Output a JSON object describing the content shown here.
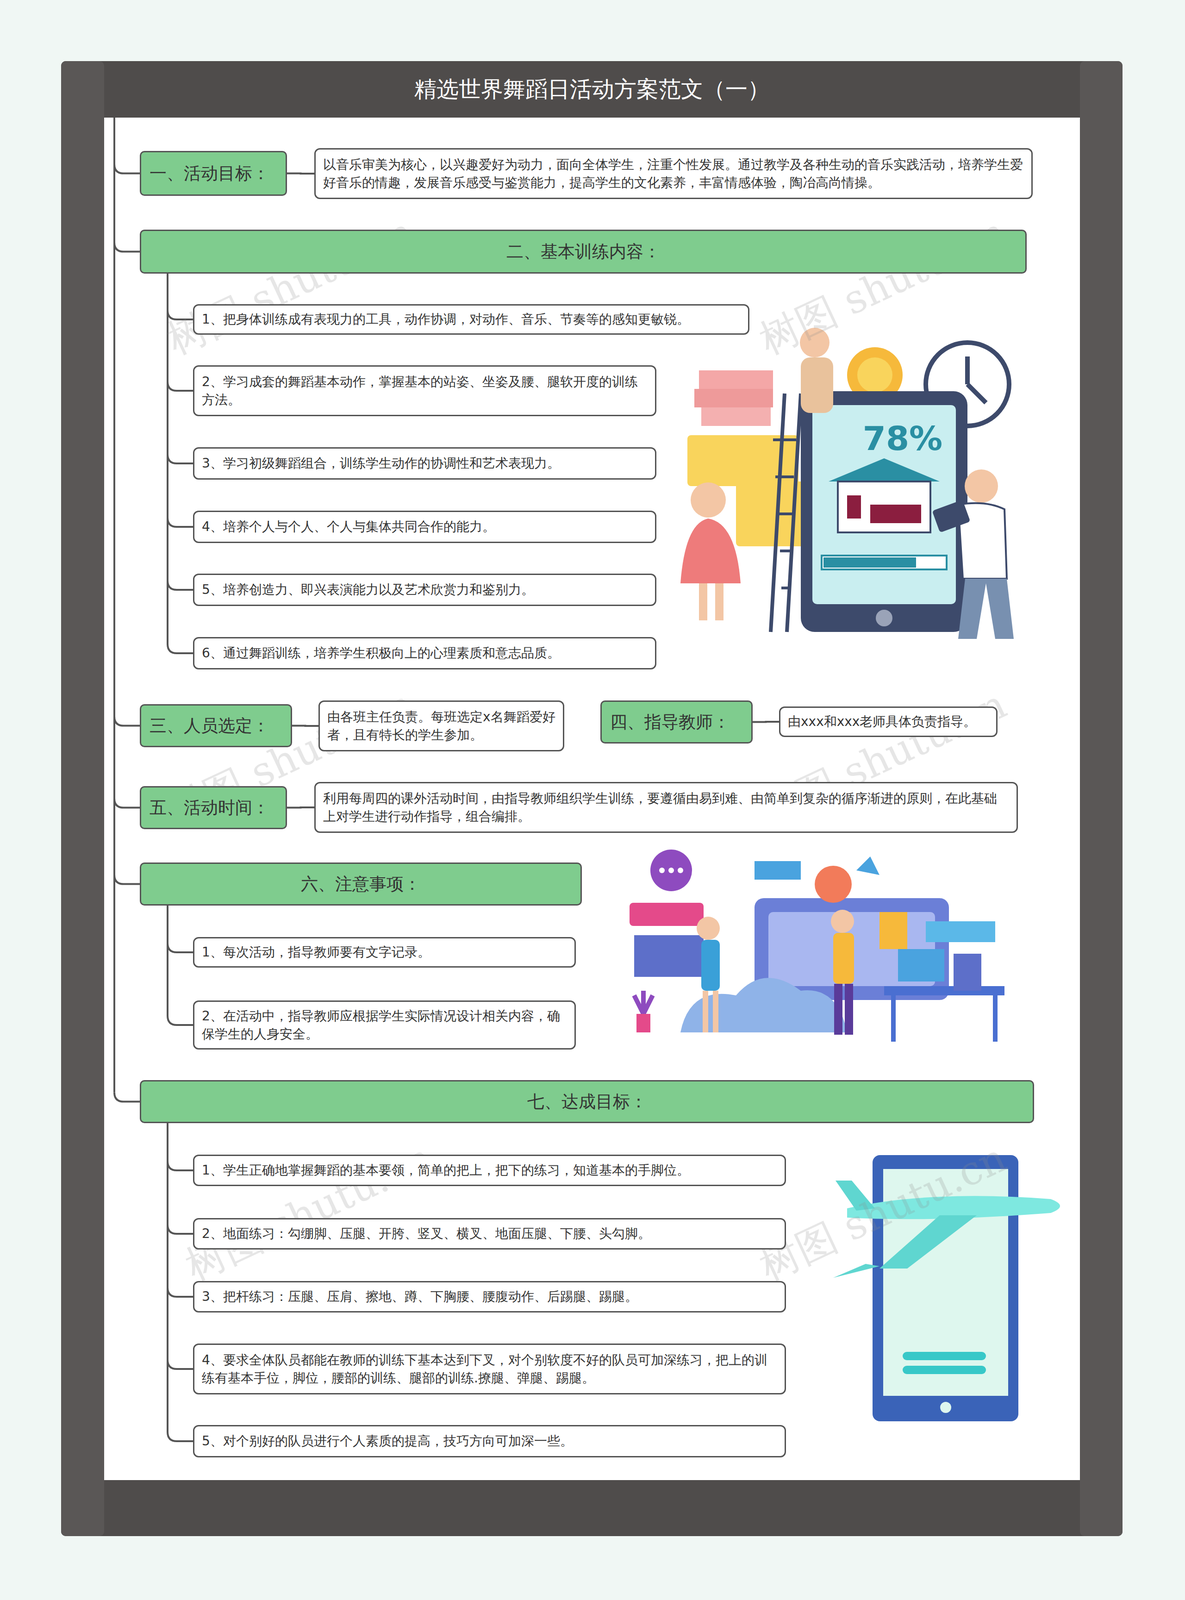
{
  "diagram": {
    "title": "精选世界舞蹈日活动方案范文（一）",
    "nodes": [
      {
        "text": [
          "一、活动目标："
        ]
      },
      {
        "text": [
          "以音乐审美为核心，以兴趣爱好为动力，面向全体学生，注重个性发展。通过教学及各种生动的音乐实践活动，培养学生爱好音乐的情趣，发展音乐感受与鉴赏能力，提高学生的文化素养，丰富情感体验，陶冶高尚情操。"
        ]
      },
      {
        "text": [
          "二、基本训练内容："
        ]
      },
      {
        "text": [
          "1、把身体训练成有表现力的工具，动作协调，对动作、音乐、节奏等的感知更敏锐。"
        ]
      },
      {
        "text": [
          "2、学习成套的舞蹈基本动作，掌握基本的站姿、坐姿及腰、腿软开度的训练方法。"
        ]
      },
      {
        "text": [
          "3、学习初级舞蹈组合，训练学生动作的协调性和艺术表现力。"
        ]
      },
      {
        "text": [
          "4、培养个人与个人、个人与集体共同合作的能力。"
        ]
      },
      {
        "text": [
          "5、培养创造力、即兴表演能力以及艺术欣赏力和鉴别力。"
        ]
      },
      {
        "text": [
          "6、通过舞蹈训练，培养学生积极向上的心理素质和意志品质。"
        ]
      },
      {
        "text": [
          "三、人员选定："
        ]
      },
      {
        "text": [
          "由各班主任负责。每班选定x名舞蹈爱好者，且有特长的学生参加。"
        ]
      },
      {
        "text": [
          "四、指导教师："
        ]
      },
      {
        "text": [
          "由xxx和xxx老师具体负责指导。"
        ]
      },
      {
        "text": [
          "五、活动时间："
        ]
      },
      {
        "text": [
          "利用每周四的课外活动时间，由指导教师组织学生训练，要遵循由易到难、由简单到复杂的循序渐进的原则，在此基础上对学生进行动作指导，组合编排。"
        ]
      },
      {
        "text": [
          "六、注意事项："
        ]
      },
      {
        "text": [
          "1、每次活动，指导教师要有文字记录。"
        ]
      },
      {
        "text": [
          "2、在活动中，指导教师应根据学生实际情况设计相关内容，确保学生的人身安全。"
        ]
      },
      {
        "text": [
          "七、达成目标："
        ]
      },
      {
        "text": [
          "1、学生正确地掌握舞蹈的基本要领，简单的把上，把下的练习，知道基本的手脚位。"
        ]
      },
      {
        "text": [
          "2、地面练习：勾绷脚、压腿、开胯、竖叉、横叉、地面压腿、下腰、头勾脚。"
        ]
      },
      {
        "text": [
          "3、把杆练习：压腿、压肩、擦地、蹲、下胸腰、腰腹动作、后踢腿、踢腿。"
        ]
      },
      {
        "text": [
          "4、要求全体队员都能在教师的训练下基本达到下叉，对个别软度不好的队员可加深练习，把上的训练有基本手位，脚位，腰部的训练、腿部的训练.撩腿、弹腿、踢腿。"
        ]
      },
      {
        "text": [
          "5、对个别好的队员进行个人素质的提高，技巧方向可加深一些。"
        ]
      }
    ],
    "edges": [
      {
        "from": 0,
        "to": 1,
        "arrow": "none"
      },
      {
        "from": 2,
        "to": 3,
        "arrow": "none"
      },
      {
        "from": 2,
        "to": 4,
        "arrow": "none"
      },
      {
        "from": 2,
        "to": 5,
        "arrow": "none"
      },
      {
        "from": 2,
        "to": 6,
        "arrow": "none"
      },
      {
        "from": 2,
        "to": 7,
        "arrow": "none"
      },
      {
        "from": 2,
        "to": 8,
        "arrow": "none"
      },
      {
        "from": 9,
        "to": 10,
        "arrow": "none"
      },
      {
        "from": 11,
        "to": 12,
        "arrow": "none"
      },
      {
        "from": 13,
        "to": 14,
        "arrow": "none"
      },
      {
        "from": 15,
        "to": 16,
        "arrow": "none"
      },
      {
        "from": 15,
        "to": 17,
        "arrow": "none"
      },
      {
        "from": 18,
        "to": 19,
        "arrow": "none"
      },
      {
        "from": 18,
        "to": 20,
        "arrow": "none"
      },
      {
        "from": 18,
        "to": 21,
        "arrow": "none"
      },
      {
        "from": 18,
        "to": 22,
        "arrow": "none"
      },
      {
        "from": 18,
        "to": 23,
        "arrow": "none"
      }
    ],
    "labels": [
      "树图 shutu.cn",
      "树图 shutu.cn",
      "树图 shutu.cn",
      "树图 shutu.cn",
      "树图 shutu.cn",
      "树图 shutu.cn",
      "78%"
    ]
  }
}
